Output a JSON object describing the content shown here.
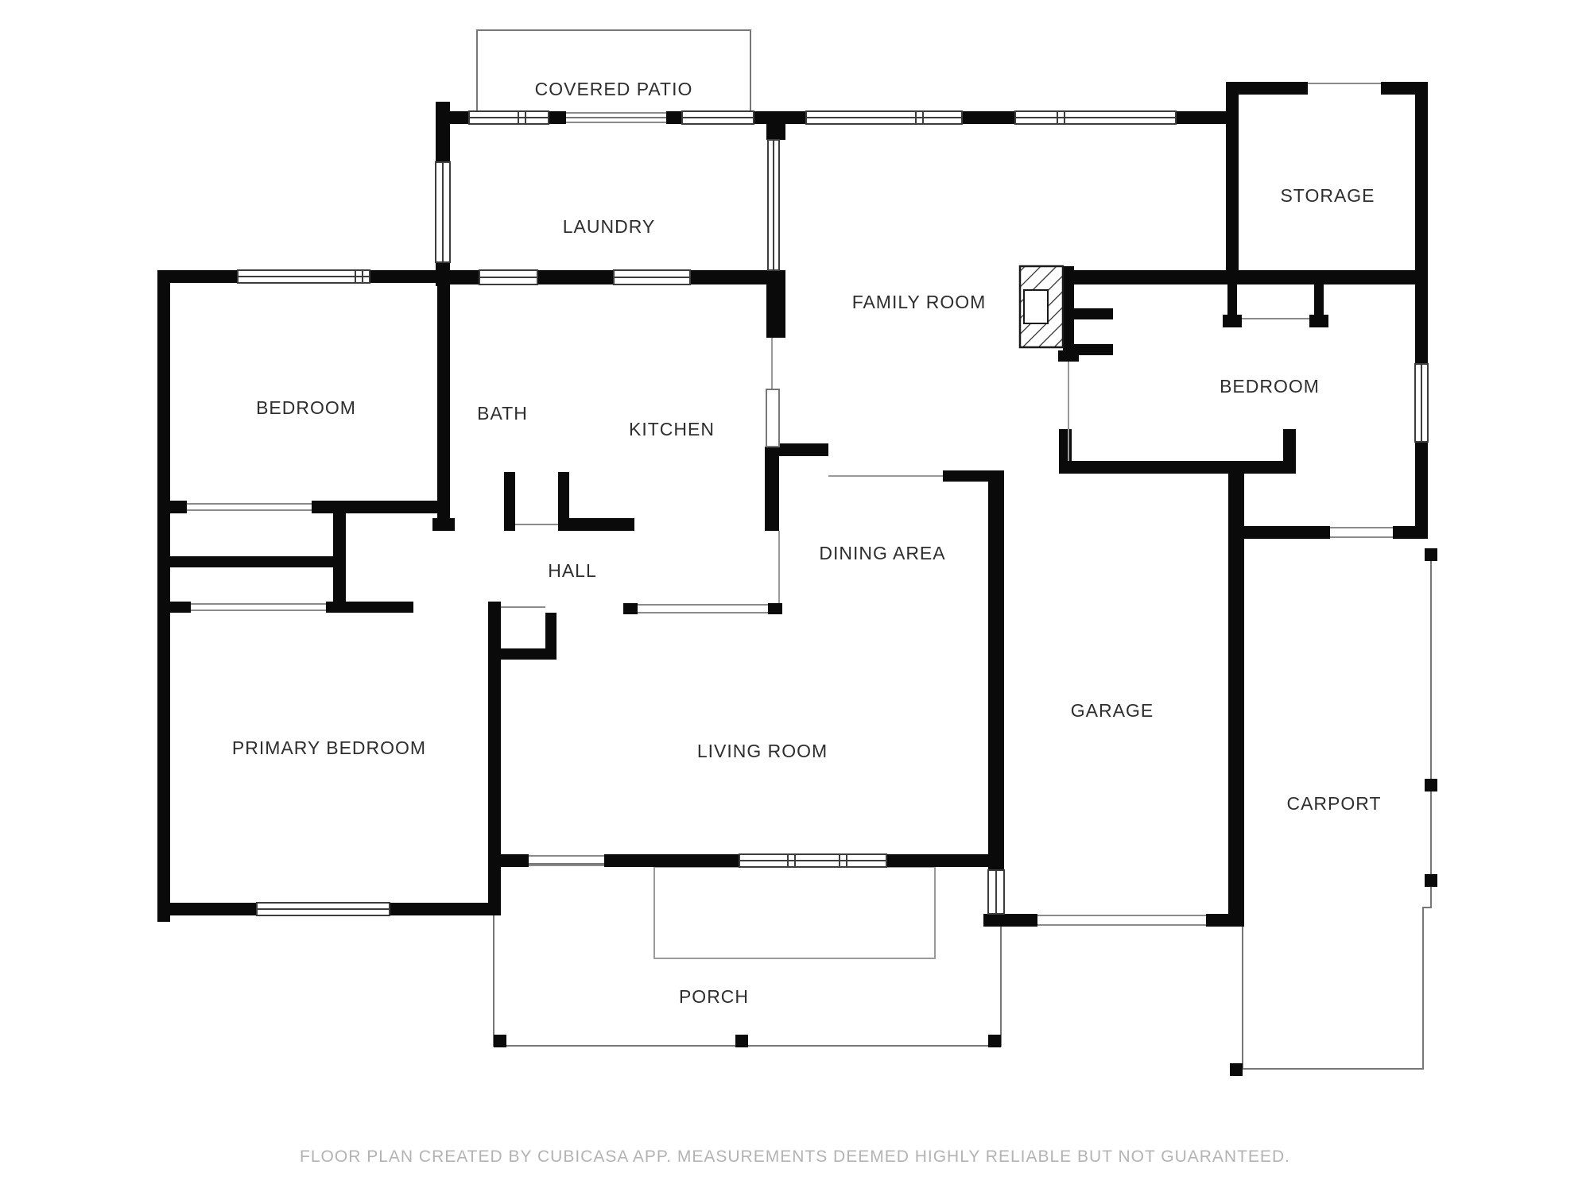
{
  "floor_plan": {
    "rooms": {
      "covered_patio": {
        "label": "COVERED PATIO"
      },
      "laundry": {
        "label": "LAUNDRY"
      },
      "storage": {
        "label": "STORAGE"
      },
      "family_room": {
        "label": "FAMILY ROOM"
      },
      "bedroom_left": {
        "label": "BEDROOM"
      },
      "bath": {
        "label": "BATH"
      },
      "kitchen": {
        "label": "KITCHEN"
      },
      "bedroom_right": {
        "label": "BEDROOM"
      },
      "dining_area": {
        "label": "DINING AREA"
      },
      "hall": {
        "label": "HALL"
      },
      "garage": {
        "label": "GARAGE"
      },
      "primary_bedroom": {
        "label": "PRIMARY BEDROOM"
      },
      "living_room": {
        "label": "LIVING ROOM"
      },
      "carport": {
        "label": "CARPORT"
      },
      "porch": {
        "label": "PORCH"
      }
    },
    "footer": {
      "disclaimer": "FLOOR PLAN CREATED BY CUBICASA APP. MEASUREMENTS DEEMED HIGHLY RELIABLE BUT NOT GUARANTEED."
    },
    "colors": {
      "wall": "#0a0a0a",
      "thin_line": "#777777",
      "window_line": "#3d3d3d",
      "label_text": "#2e2e2e",
      "footer_text": "#b3b3b3",
      "background": "#ffffff"
    }
  }
}
